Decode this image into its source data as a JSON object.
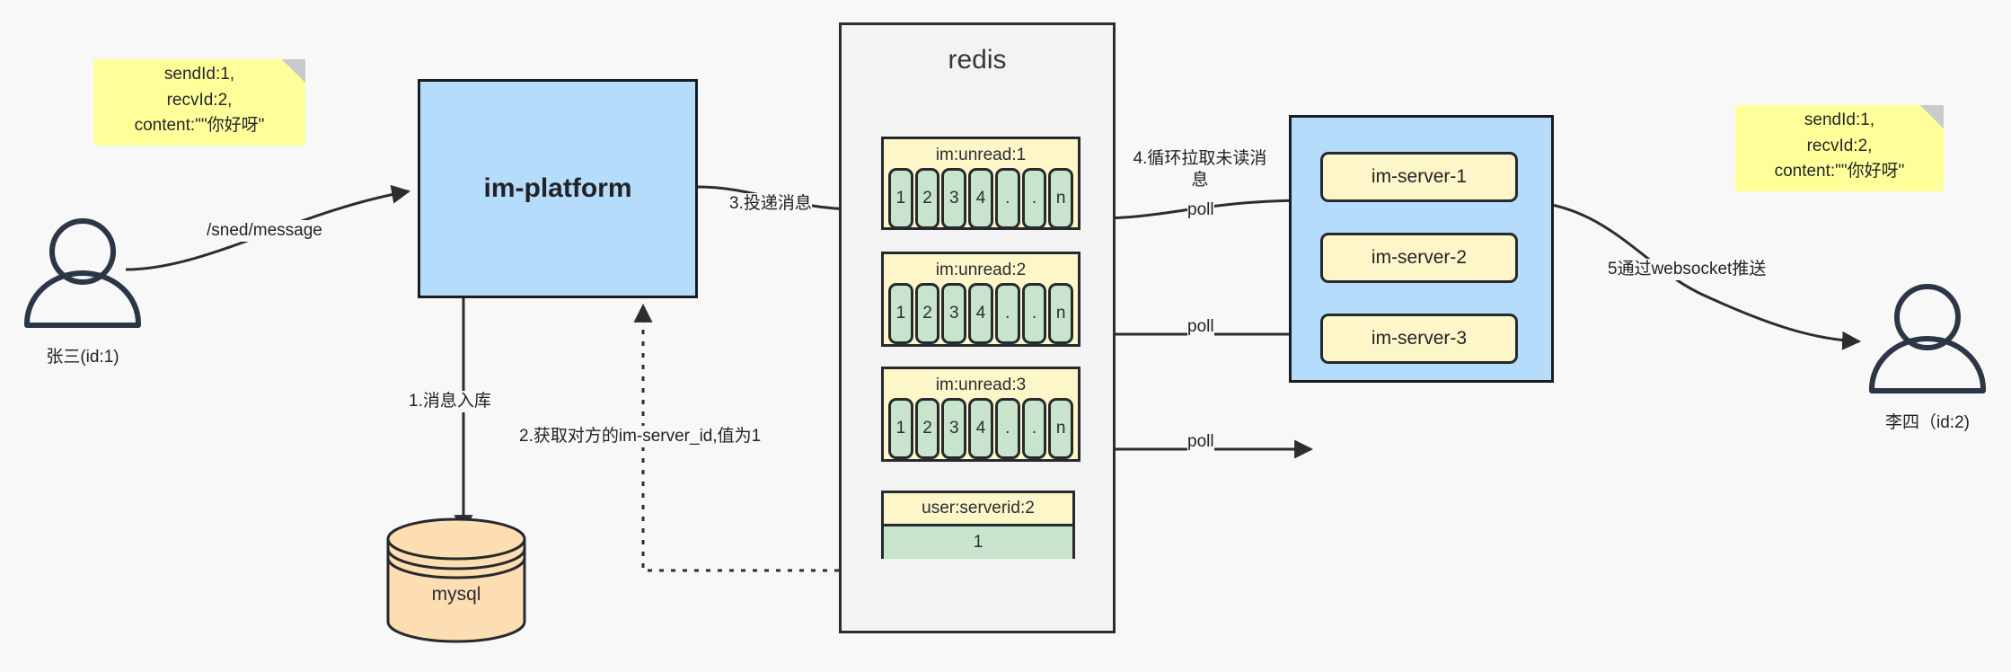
{
  "diagram": {
    "title": "IM message delivery architecture",
    "colors": {
      "blue_fill": "#b6dcfb",
      "yellow_fill": "#fdf6c8",
      "green_fill": "#c8e4cd",
      "note_fill": "#ffff99",
      "db_fill": "#fcdeb2",
      "stroke": "#262a2e",
      "background": "#f8f8f9"
    }
  },
  "notes": {
    "left": {
      "name": "message-payload-note-left",
      "text": "sendId:1,\nrecvId:2,\ncontent:\"\"你好呀\""
    },
    "right": {
      "name": "message-payload-note-right",
      "text": "sendId:1,\nrecvId:2,\ncontent:\"\"你好呀\""
    }
  },
  "actors": {
    "sender": {
      "label": "张三(id:1)",
      "icon": "user-icon"
    },
    "receiver": {
      "label": "李四（id:2)",
      "icon": "user-icon"
    }
  },
  "nodes": {
    "platform": {
      "label": "im-platform"
    },
    "database": {
      "label": "mysql",
      "shape": "cylinder"
    },
    "redis": {
      "label": "redis"
    },
    "server_container": {
      "label": ""
    },
    "servers": [
      {
        "label": "im-server-1"
      },
      {
        "label": "im-server-2"
      },
      {
        "label": "im-server-3"
      }
    ]
  },
  "redis_keys": [
    {
      "key": "im:unread:1",
      "cells": [
        "1",
        "2",
        "3",
        "4",
        ".",
        ".",
        "n"
      ]
    },
    {
      "key": "im:unread:2",
      "cells": [
        "1",
        "2",
        "3",
        "4",
        ".",
        ".",
        "n"
      ]
    },
    {
      "key": "im:unread:3",
      "cells": [
        "1",
        "2",
        "3",
        "4",
        ".",
        ".",
        "n"
      ]
    }
  ],
  "redis_kv": {
    "key": "user:serverid:2",
    "value": "1"
  },
  "edges": {
    "send_message": "/sned/message",
    "step1": "1.消息入库",
    "step2": "2.获取对方的im-server_id,值为1",
    "step3": "3.投递消息",
    "step4": "4.循环拉取未读消\n息",
    "poll1": "poll",
    "poll2": "poll",
    "poll3": "poll",
    "step5": "5通过websocket推送"
  }
}
